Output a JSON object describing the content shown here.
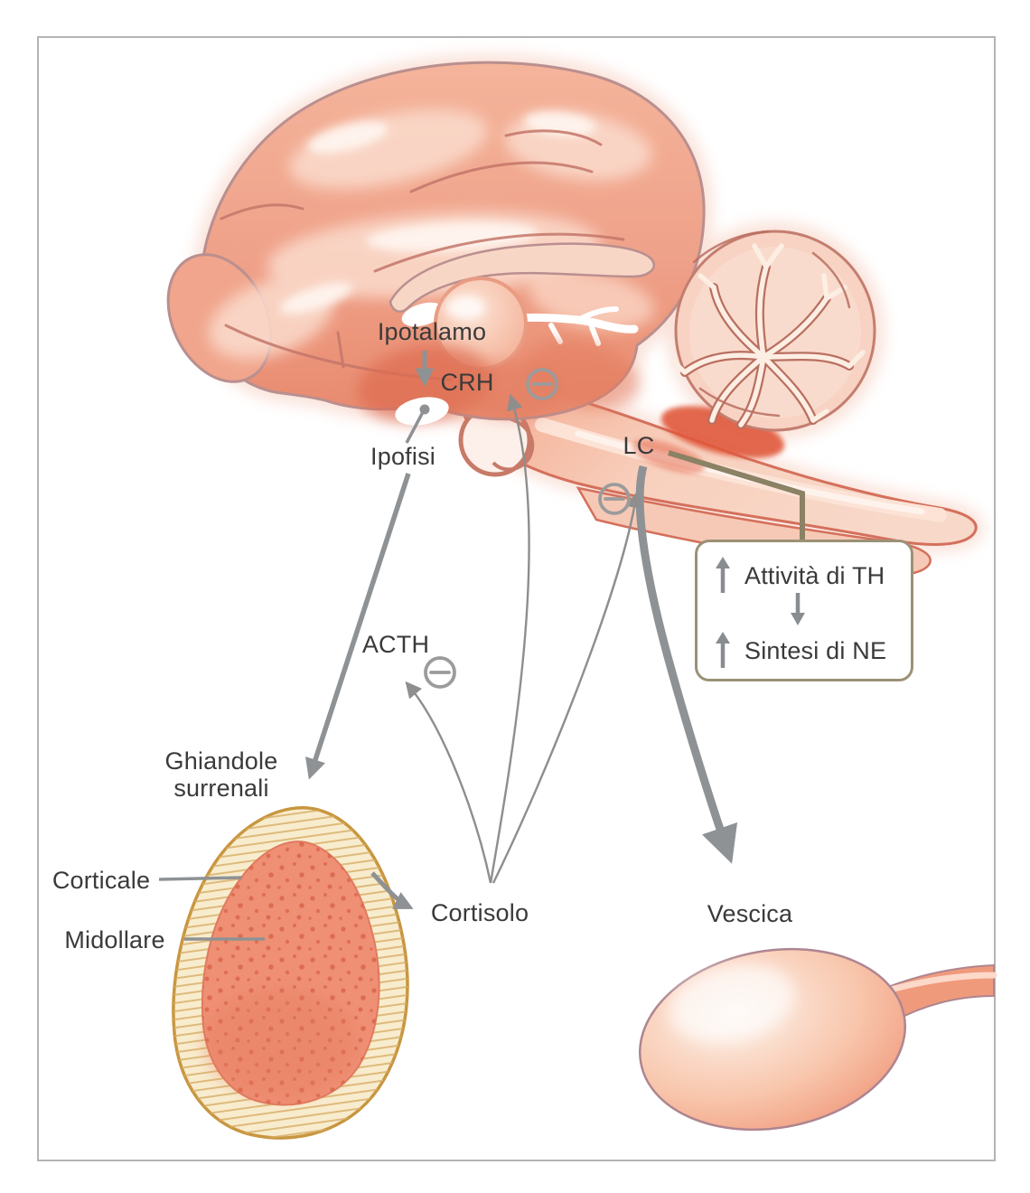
{
  "figure": {
    "kind": "anatomical-diagram",
    "language": "it",
    "labels": {
      "ipotalamo": "Ipotalamo",
      "crh": "CRH",
      "ipofisi": "Ipofisi",
      "lc": "LC",
      "acth": "ACTH",
      "ghiandole_surrenali": "Ghiandole\nsurrenali",
      "corticale": "Corticale",
      "midollare": "Midollare",
      "cortisolo": "Cortisolo",
      "vescica": "Vescica"
    },
    "callout_box": {
      "line1": "Attività di TH",
      "line2": "Sintesi di NE",
      "icons": [
        "up-arrow",
        "down-arrow",
        "up-arrow"
      ]
    },
    "icons": {
      "negative_feedback": "minus-circle"
    },
    "colors": {
      "brain_base": "#efa189",
      "brain_deep": "#e0674a",
      "brain_outline": "#b98f8f",
      "crease": "#c4766a",
      "highlight": "#fdece4",
      "stem_light": "#f8d5c6",
      "cerebellum_fill": "#f8d2c2",
      "cerebellum_branch_outline": "#b96f60",
      "gland_outline": "#c8963f",
      "gland_rim": "#f8ecce",
      "gland_core": "#ef8f74",
      "gland_speckle": "#d9664a",
      "bladder_fill": "#f2a487",
      "bladder_outline": "#ae8590",
      "arrow_gray": "#8f9294",
      "feedback_line": "#8e8e8e",
      "minus_icon": "#9b9b9b",
      "olive_connector": "#8b8164",
      "box_border": "#9b9176",
      "text": "#3a3a3a",
      "frame_border": "#b4b4b4"
    }
  }
}
